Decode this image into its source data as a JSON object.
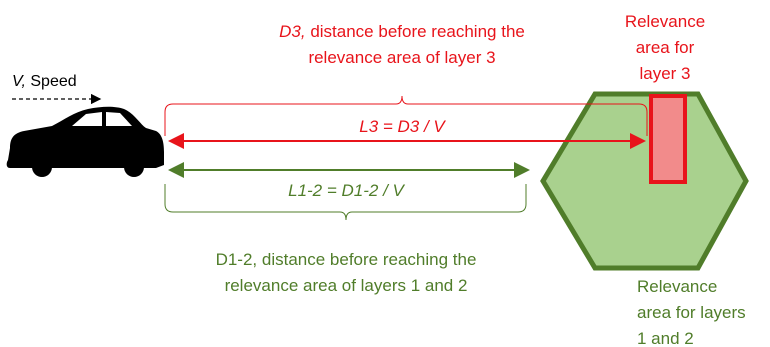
{
  "speed": {
    "italic": "V,",
    "rest": " Speed"
  },
  "d3": {
    "italic": "D3,",
    "rest": " distance before reaching the",
    "line2": "relevance area of layer 3"
  },
  "l3_formula": "L3 = D3 / V",
  "l12_formula": "L1-2 = D1-2 / V",
  "d12": {
    "line1": "D1-2, distance before reaching the",
    "line2": "relevance area of layers 1 and 2"
  },
  "relevance3": [
    "Relevance",
    "area for",
    "layer 3"
  ],
  "relevance12": [
    "Relevance",
    "area for layers",
    "1 and 2"
  ],
  "colors": {
    "red": "#e8141b",
    "green": "#507d2a",
    "hex_fill": "#a9d18e",
    "rect_fill": "#f28b8b",
    "black": "#000000"
  }
}
